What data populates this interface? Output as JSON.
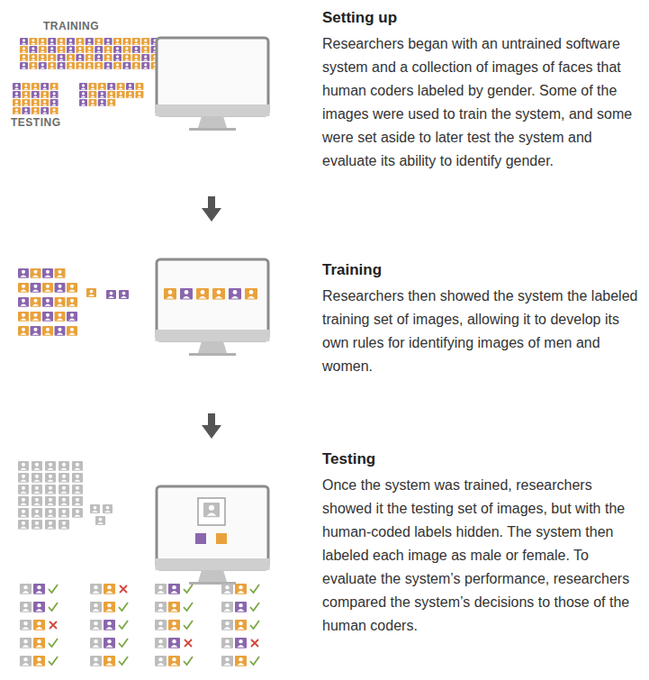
{
  "diagram": {
    "nodes": [
      {
        "text": [
          "Setting up",
          "Researchers began with an untrained software system and a collection of images of faces that human coders labeled by gender. Some of the images were used to train the system, and some were set aside to later test the system and evaluate its ability to identify gender."
        ]
      },
      {
        "text": [
          "Training",
          "Researchers then showed the system the labeled training set of images, allowing it to develop its own rules for identifying images of men and women."
        ]
      },
      {
        "text": [
          "Testing",
          "Once the system was trained, researchers showed it the testing set of images, but with the human-coded labels hidden. The system then labeled each image as male or female. To evaluate the system’s performance, researchers compared the system’s decisions to those of the human coders."
        ]
      }
    ],
    "labels": [
      "TRAINING",
      "TESTING"
    ]
  }
}
